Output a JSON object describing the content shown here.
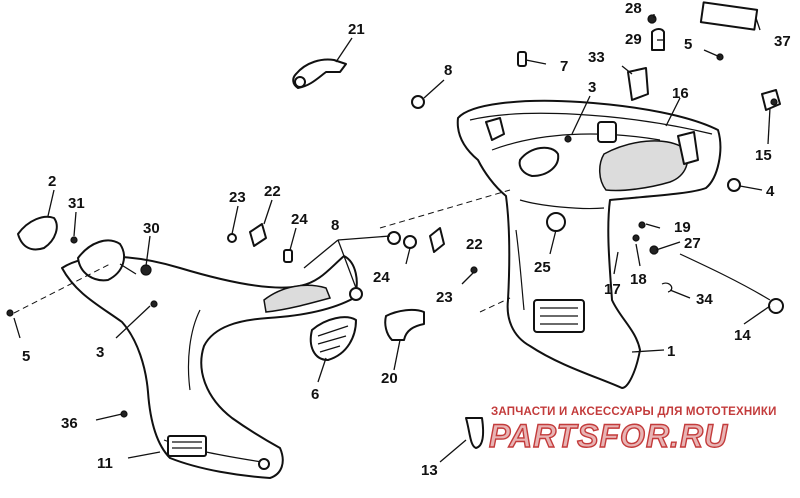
{
  "callouts": [
    {
      "id": "c28",
      "label": "28"
    },
    {
      "id": "c29",
      "label": "29"
    },
    {
      "id": "c5a",
      "label": "5"
    },
    {
      "id": "c37",
      "label": "37"
    },
    {
      "id": "c21",
      "label": "21"
    },
    {
      "id": "c8a",
      "label": "8"
    },
    {
      "id": "c7",
      "label": "7"
    },
    {
      "id": "c33",
      "label": "33"
    },
    {
      "id": "c3a",
      "label": "3"
    },
    {
      "id": "c16",
      "label": "16"
    },
    {
      "id": "c15",
      "label": "15"
    },
    {
      "id": "c4",
      "label": "4"
    },
    {
      "id": "c2",
      "label": "2"
    },
    {
      "id": "c31",
      "label": "31"
    },
    {
      "id": "c30",
      "label": "30"
    },
    {
      "id": "c23a",
      "label": "23"
    },
    {
      "id": "c22a",
      "label": "22"
    },
    {
      "id": "c24a",
      "label": "24"
    },
    {
      "id": "c8b",
      "label": "8"
    },
    {
      "id": "c22b",
      "label": "22"
    },
    {
      "id": "c19",
      "label": "19"
    },
    {
      "id": "c27",
      "label": "27"
    },
    {
      "id": "c24b",
      "label": "24"
    },
    {
      "id": "c25",
      "label": "25"
    },
    {
      "id": "c17",
      "label": "17"
    },
    {
      "id": "c18",
      "label": "18"
    },
    {
      "id": "c23b",
      "label": "23"
    },
    {
      "id": "c34",
      "label": "34"
    },
    {
      "id": "c14",
      "label": "14"
    },
    {
      "id": "c5b",
      "label": "5"
    },
    {
      "id": "c3b",
      "label": "3"
    },
    {
      "id": "c1",
      "label": "1"
    },
    {
      "id": "c6",
      "label": "6"
    },
    {
      "id": "c20",
      "label": "20"
    },
    {
      "id": "c36",
      "label": "36"
    },
    {
      "id": "c11",
      "label": "11"
    },
    {
      "id": "c13",
      "label": "13"
    }
  ],
  "watermark": {
    "caption": "ЗАПЧАСТИ И АКСЕССУАРЫ ДЛЯ МОТОТЕХНИКИ",
    "logo": "PARTSFOR.RU"
  }
}
